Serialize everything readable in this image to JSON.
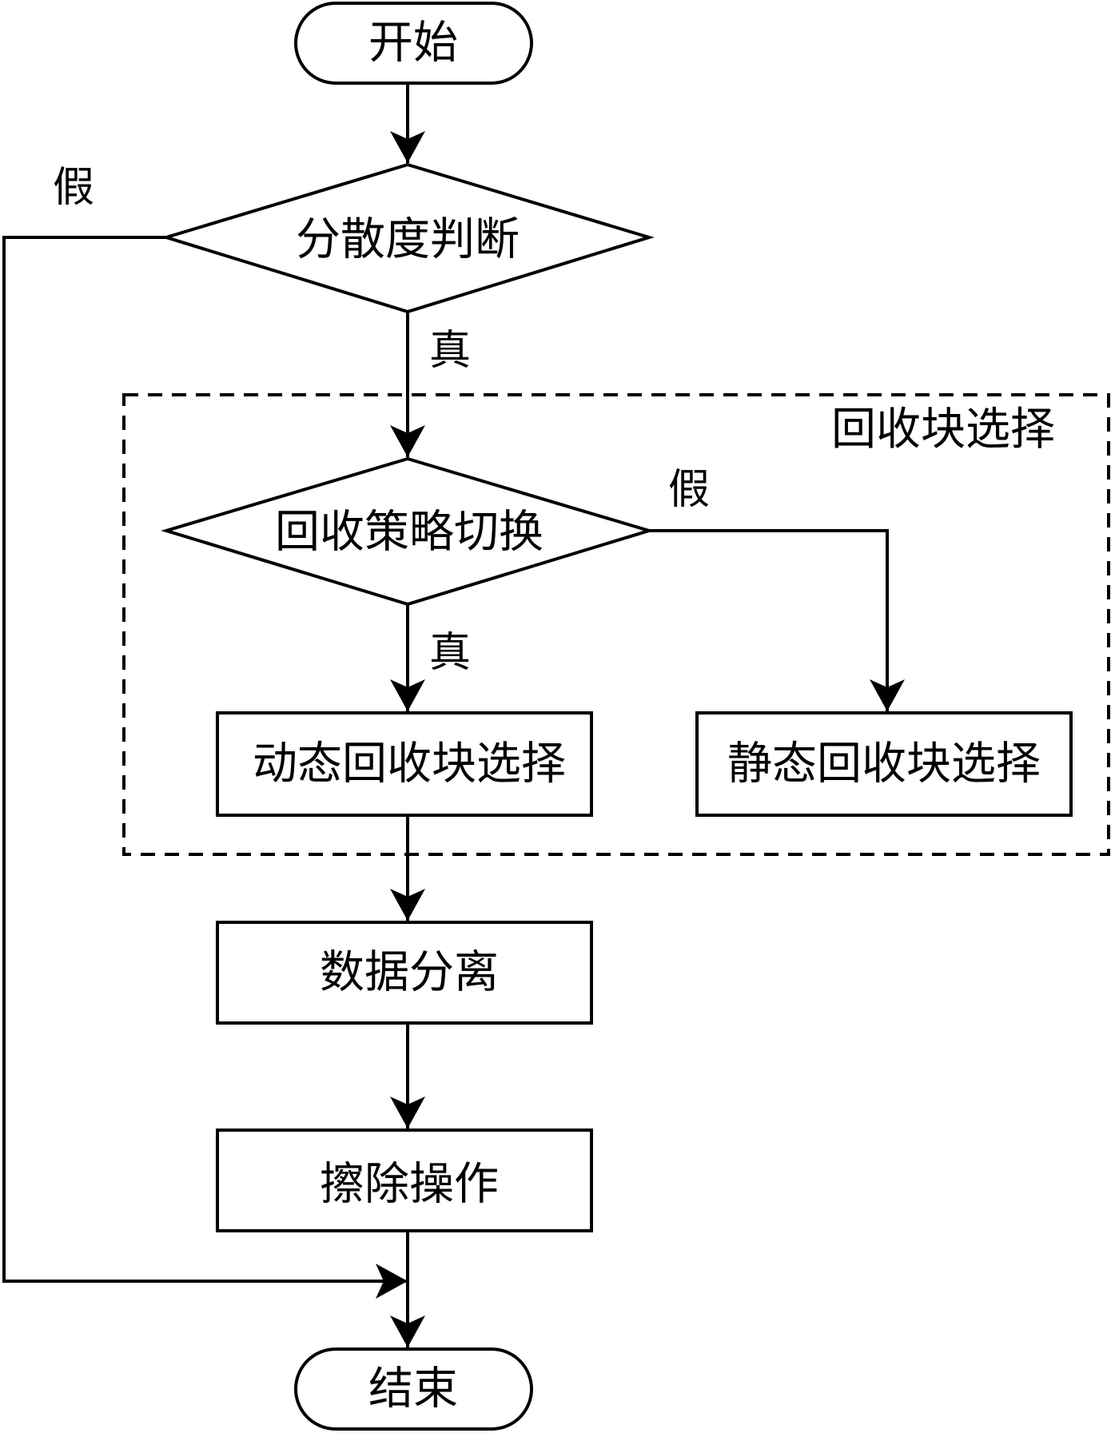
{
  "diagram": {
    "nodes": {
      "start": "开始",
      "dispersion_check": "分散度判断",
      "strategy_switch": "回收策略切换",
      "dynamic_select": "动态回收块选择",
      "static_select": "静态回收块选择",
      "data_separation": "数据分离",
      "erase": "擦除操作",
      "end": "结束"
    },
    "group_label": "回收块选择",
    "edge_labels": {
      "dispersion_false": "假",
      "dispersion_true": "真",
      "switch_false": "假",
      "switch_true": "真"
    }
  }
}
